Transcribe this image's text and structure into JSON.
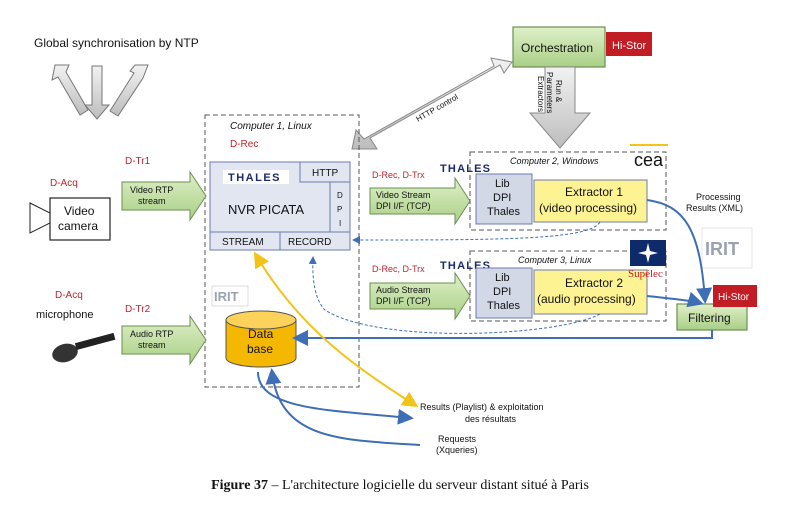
{
  "sync_label": "Global synchronisation by NTP",
  "orchestration": {
    "label": "Orchestration",
    "logo": "Hi-Stor"
  },
  "http_control": "HTTP control",
  "run_params": [
    "Run &",
    "Parameters",
    "Extractors"
  ],
  "computer1": {
    "title": "Computer 1, Linux",
    "drec": "D-Rec"
  },
  "nvr": {
    "brand": "THALES",
    "http": "HTTP",
    "name": "NVR PICATA",
    "dpi": [
      "D",
      "P",
      "I"
    ],
    "stream": "STREAM",
    "record": "RECORD"
  },
  "video_side": {
    "dacq": "D-Acq",
    "dtr": "D-Tr1",
    "stream_label": [
      "Video RTP",
      "stream"
    ],
    "device": [
      "Video",
      "camera"
    ]
  },
  "audio_side": {
    "dacq": "D-Acq",
    "device": "microphone",
    "dtr": "D-Tr2",
    "stream_label": [
      "Audio RTP",
      "stream"
    ]
  },
  "database": {
    "label": [
      "Data",
      "base"
    ],
    "logo": "IRIT"
  },
  "computer2": {
    "title": "Computer 2, Windows",
    "brand": "THALES",
    "dtrx": "D-Rec, D-Trx",
    "stream": [
      "Video Stream",
      "DPI I/F (TCP)"
    ],
    "lib": [
      "Lib",
      "DPI",
      "Thales"
    ],
    "extractor": [
      "Extractor 1",
      "(video processing)"
    ],
    "logo": "cea"
  },
  "computer3": {
    "title": "Computer 3, Linux",
    "brand": "THALES",
    "dtrx": "D-Rec, D-Trx",
    "stream": [
      "Audio Stream",
      "DPI I/F (TCP)"
    ],
    "lib": [
      "Lib",
      "DPI",
      "Thales"
    ],
    "extractor": [
      "Extractor 2",
      "(audio processing)"
    ],
    "logo": "Supélec"
  },
  "processing": [
    "Processing",
    "Results (XML)"
  ],
  "filtering": {
    "label": "Filtering",
    "logo": "Hi-Stor"
  },
  "irit_logo2": "IRIT",
  "results": [
    "Results (Playlist) & exploitation",
    "des résultats"
  ],
  "requests": [
    "Requests",
    "(Xqueries)"
  ],
  "caption": {
    "number": "Figure 37",
    "text": " – L'architecture logicielle du serveur distant situé à Paris"
  }
}
